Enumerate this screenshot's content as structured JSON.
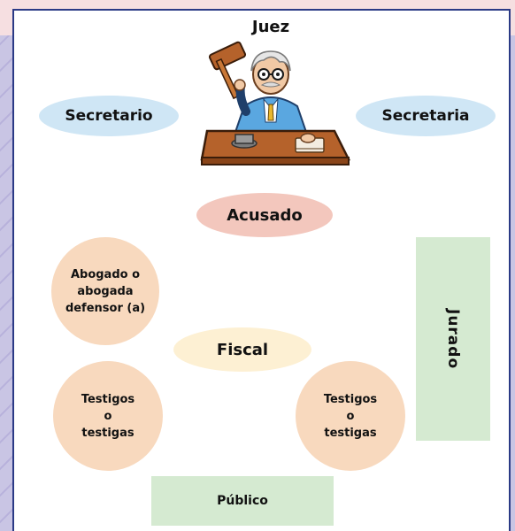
{
  "roles": {
    "judge": "Juez",
    "secretary_m": "Secretario",
    "secretary_f": "Secretaria",
    "accused": "Acusado",
    "defense": "Abogado o\nabogada\ndefensor (a)",
    "prosecutor": "Fiscal",
    "witnesses_left": "Testigos\no\ntestigas",
    "witnesses_right": "Testigos\no\ntestigas",
    "jury": "Jurado",
    "public": "Público"
  },
  "colors": {
    "background": "#c9c5e4",
    "border": "#2b3a86",
    "pink_tab": "#f6dfe1",
    "blue_ellipse": "#cfe6f5",
    "rose_ellipse": "#f3c7bd",
    "peach_circle": "#f8d9be",
    "yellow_ellipse": "#fdf0d3",
    "green_rect": "#d5ead1"
  },
  "icons": {
    "judge": "judge-with-gavel-icon"
  }
}
